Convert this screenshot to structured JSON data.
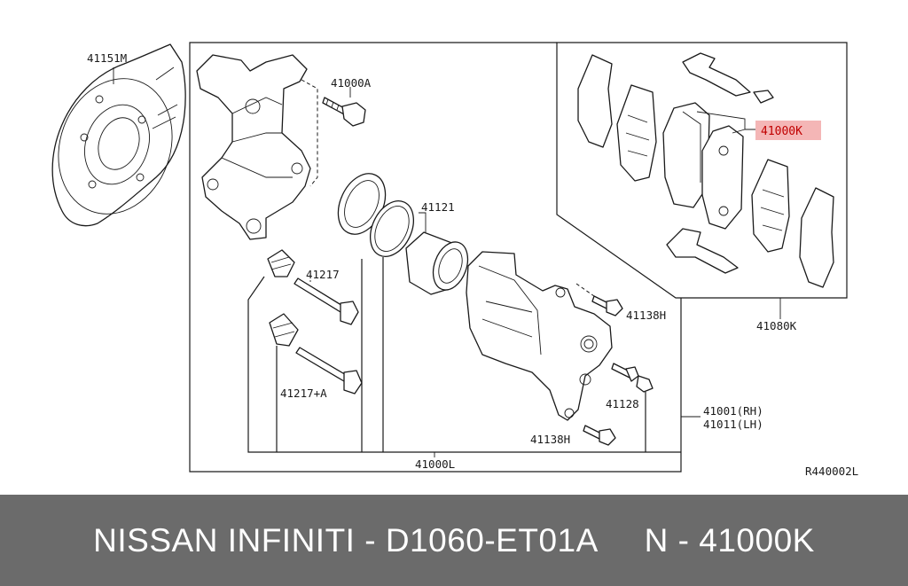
{
  "labels": {
    "l41151M": "41151M",
    "l41000A": "41000A",
    "l41121": "41121",
    "l41217": "41217",
    "l41217A": "41217+A",
    "l41138H_top": "41138H",
    "l41128": "41128",
    "l41138H_bottom": "41138H",
    "l41001": "41001(RH)",
    "l41011": "41011(LH)",
    "l41000L": "41000L",
    "l41000K": "41000K",
    "l41080K": "41080K",
    "ref": "R440002L"
  },
  "highlight_color": "#f4b6b6",
  "footer": {
    "text": "NISSAN INFINITI - D1060-ET01A     N - 41000K"
  }
}
